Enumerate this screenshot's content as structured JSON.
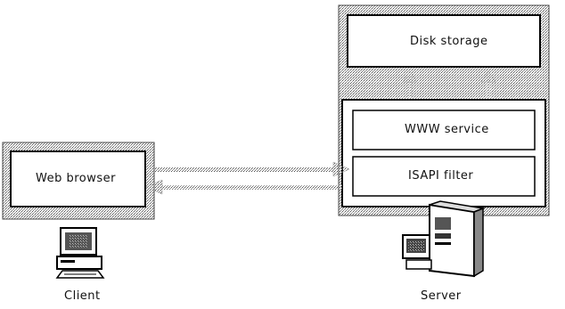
{
  "diagram": {
    "boxes": {
      "web_browser": "Web browser",
      "disk_storage": "Disk storage",
      "www_service": "WWW service",
      "isapi_filter": "ISAPI filter"
    },
    "captions": {
      "client": "Client",
      "server": "Server"
    }
  },
  "colors": {
    "stroke": "#000000",
    "fill": "#ffffff",
    "dither": "#8c8c8c"
  }
}
